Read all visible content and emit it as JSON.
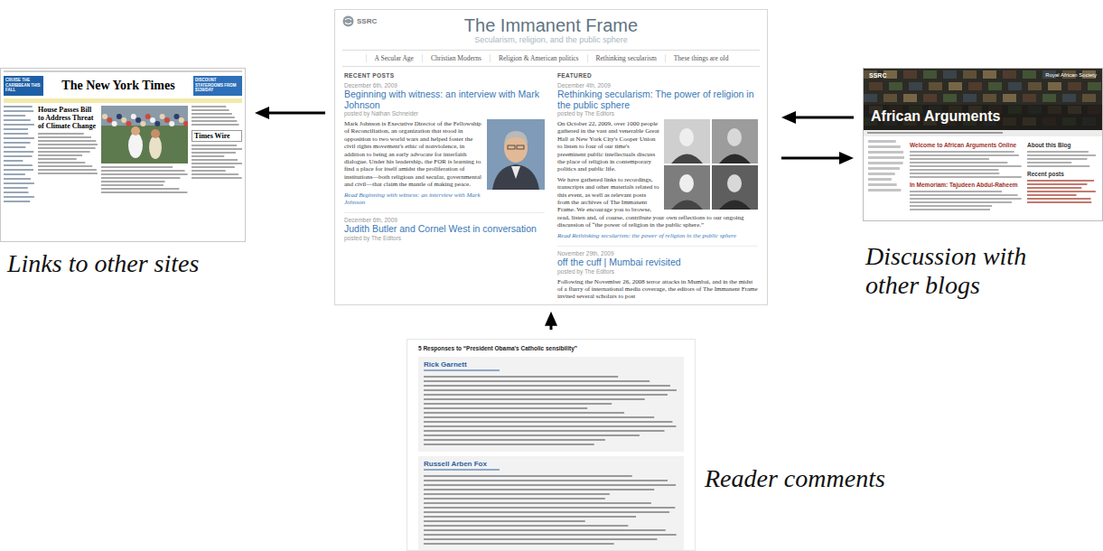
{
  "diagram": {
    "nodes": [
      {
        "text": [
          "CRUISE THE CARIBBEAN THIS FALL",
          "The New York Times",
          "DISCOUNT STATEROOMS FROM $139/DAY",
          "House Passes Bill to Address Threat of Climate Change",
          "Times Wire"
        ]
      },
      {
        "text": [
          "SSRC",
          "The Immanent Frame",
          "Secularism, religion, and the public sphere",
          "A Secular Age",
          "Christian Moderns",
          "Religion & American politics",
          "Rethinking secularism",
          "These things are old",
          "RECENT POSTS",
          "December 6th, 2009",
          "Beginning with witness: an interview with Mark Johnson",
          "posted by Nathan Schneider",
          "Mark Johnson is Executive Director of the Fellowship of Reconciliation, an organization that stood in opposition to two world wars and helped foster the civil rights movement's ethic of nonviolence, in addition to being an early advocate for interfaith dialogue. Under his leadership, the FOR is learning to find a place for itself amidst the proliferation of institutions—both religious and secular, governmental and civil—that claim the mantle of making peace.",
          "Read Beginning with witness: an interview with Mark Johnson",
          "December 6th, 2009",
          "Judith Butler and Cornel West in conversation",
          "posted by The Editors",
          "FEATURED",
          "December 4th, 2009",
          "Rethinking secularism: The power of religion in the public sphere",
          "posted by The Editors",
          "On October 22, 2009, over 1000 people gathered in the vast and venerable Great Hall at New York City's Cooper Union to listen to four of our time's preeminent public intellectuals discuss the place of religion in contemporary politics and public life.",
          "We have gathered links to recordings, transcripts and other materials related to this event, as well as relevant posts from the archives of The Immanent Frame. We encourage you to browse, read, listen and, of course, contribute your own reflections to our ongoing discussion of “the power of religion in the public sphere.”",
          "Read Rethinking secularism: the power of religion in the public sphere",
          "November 29th, 2009",
          "off the cuff | Mumbai revisited",
          "posted by The Editors",
          "Following the November 26, 2008 terror attacks in Mumbai, and in the midst of a flurry of international media coverage, the editors of The Immanent Frame invited several scholars to post"
        ]
      },
      {
        "text": [
          "SSRC",
          "Royal African Society",
          "African Arguments",
          "Welcome to African Arguments Online",
          "In Memoriam: Tajudeen Abdul-Raheem",
          "About this Blog",
          "Recent posts"
        ]
      },
      {
        "text": [
          "5 Responses to “President Obama's Catholic sensibility”",
          "Rick Garnett",
          "Russell Arben Fox"
        ]
      }
    ],
    "edges": [
      {
        "from": 1,
        "to": 0,
        "arrow": "to"
      },
      {
        "from": 1,
        "to": 2,
        "arrow": "to"
      },
      {
        "from": 2,
        "to": 1,
        "arrow": "to"
      },
      {
        "from": 3,
        "to": 1,
        "arrow": "to"
      }
    ],
    "labels": [
      "Links to other sites",
      "Discussion with other blogs",
      "Reader comments"
    ]
  }
}
